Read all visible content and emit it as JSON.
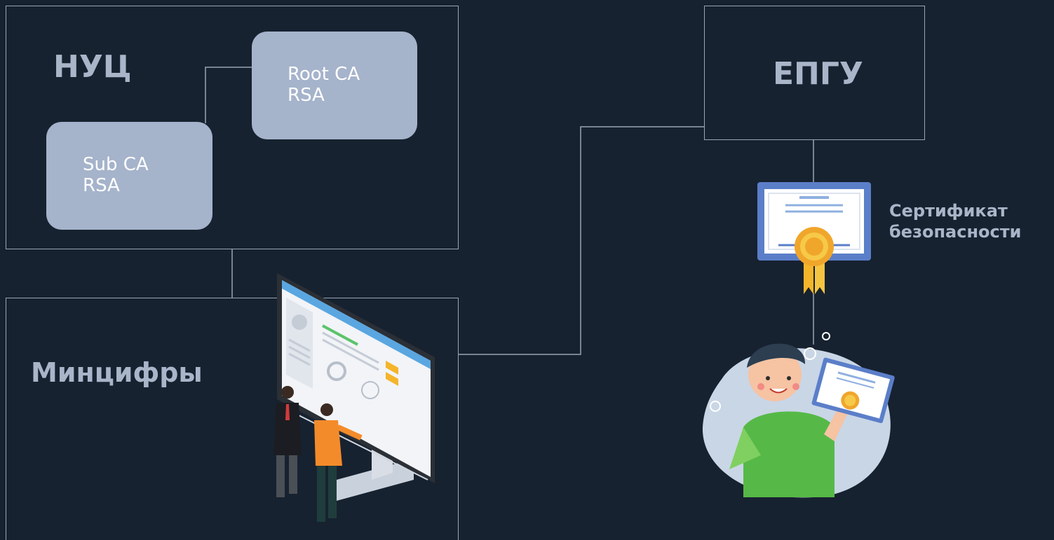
{
  "nuc": {
    "title": "НУЦ",
    "root_ca": {
      "line1": "Root CA",
      "line2": "RSA"
    },
    "sub_ca": {
      "line1": "Sub CA",
      "line2": "RSA"
    }
  },
  "mincifry": {
    "title": "Минцифры"
  },
  "epgu": {
    "title": "ЕПГУ"
  },
  "certificate": {
    "line1": "Сертификат",
    "line2": "безопасности"
  },
  "colors": {
    "background": "#172230",
    "border": "#9aa5b4",
    "ca_box": "#a5b3cb",
    "title": "#a9b5c8"
  }
}
